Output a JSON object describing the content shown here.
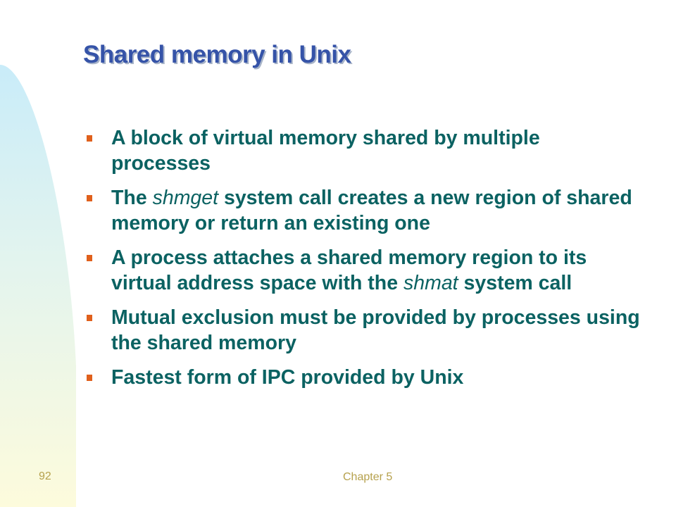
{
  "slide": {
    "title": "Shared memory in Unix",
    "bullets": [
      {
        "text": "A block of virtual memory shared by multiple processes"
      },
      {
        "before": "The ",
        "italic": "shmget",
        "after": " system call creates a new region of shared memory or return an existing one"
      },
      {
        "before": "A process attaches a shared memory region to its virtual address space with the ",
        "italic": "shmat",
        "after": " system call"
      },
      {
        "text": "Mutual exclusion must be provided by processes using the shared memory"
      },
      {
        "text": "Fastest form of IPC provided by Unix"
      }
    ],
    "slide_number": "92",
    "footer": "Chapter 5"
  },
  "colors": {
    "title": "#3553a8",
    "body_text": "#0b6262",
    "bullet_marker": "#e0601c",
    "footer_text": "#b6a14d",
    "panel_top": "#cdeef9",
    "panel_bottom": "#fdfbdc"
  }
}
